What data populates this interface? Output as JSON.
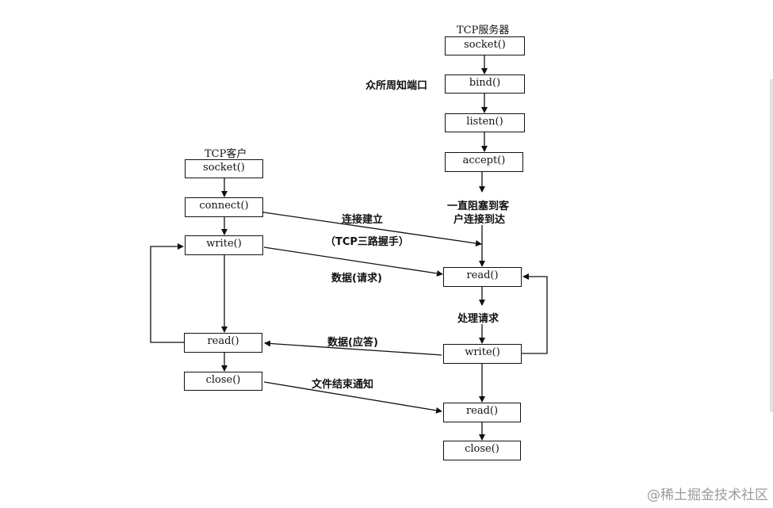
{
  "server": {
    "title": "TCP服务器",
    "socket": "socket()",
    "bind": "bind()",
    "listen": "listen()",
    "accept": "accept()",
    "read": "read()",
    "write": "write()",
    "read2": "read()",
    "close": "close()"
  },
  "client": {
    "title": "TCP客户",
    "socket": "socket()",
    "connect": "connect()",
    "write": "write()",
    "read": "read()",
    "close": "close()"
  },
  "labels": {
    "well_known_port": "众所周知端口",
    "block_line1": "一直阻塞到客",
    "block_line2": "户连接到达",
    "connect_established": "连接建立",
    "three_way": "（TCP三路握手）",
    "data_request": "数据(请求)",
    "process_request": "处理请求",
    "data_reply": "数据(应答)",
    "eof_notice": "文件结束通知"
  },
  "watermark": "@稀土掘金技术社区"
}
